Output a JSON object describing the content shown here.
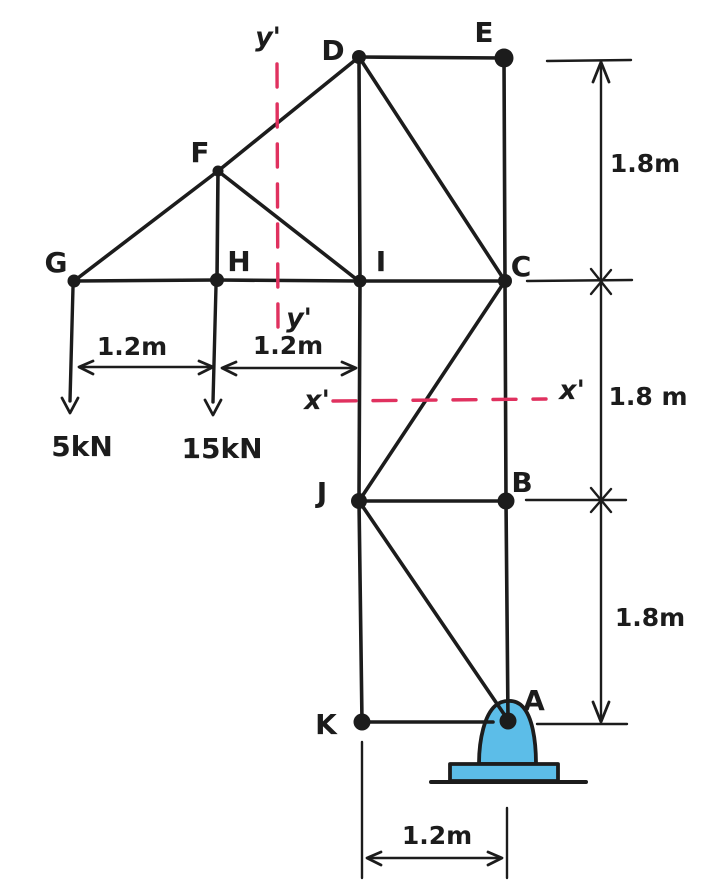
{
  "diagram": {
    "title": "Hand-drawn truss free-body diagram with pin support",
    "colors": {
      "ink": "#1c1c1c",
      "axis": "#e0315f",
      "support": "#5cbde8"
    },
    "nodes": {
      "A": "A",
      "B": "B",
      "C": "C",
      "D": "D",
      "E": "E",
      "F": "F",
      "G": "G",
      "H": "H",
      "I": "I",
      "J": "J",
      "K": "K"
    },
    "forces": {
      "at_g": "5kN",
      "at_h": "15kN"
    },
    "dims": {
      "gh": "1.2m",
      "hi": "1.2m",
      "ka": "1.2m",
      "ec": "1.8m",
      "cb": "1.8 m",
      "ba": "1.8m"
    },
    "axes": {
      "y_top": "y'",
      "y_bottom": "y'",
      "x_left": "x'",
      "x_right": "x'"
    }
  }
}
